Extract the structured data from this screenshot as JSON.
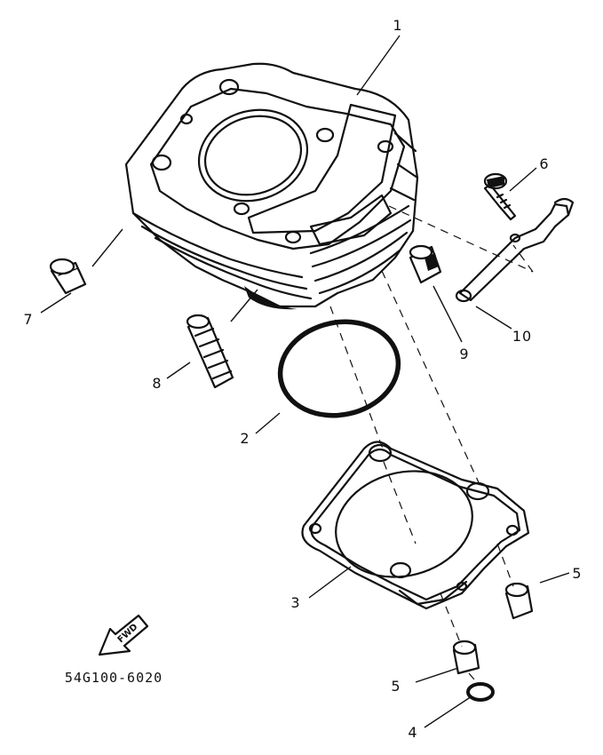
{
  "diagram": {
    "part_code": "54G100-6020",
    "fwd_label": "FWD",
    "callouts": [
      "1",
      "2",
      "3",
      "4",
      "5",
      "5",
      "6",
      "7",
      "8",
      "9",
      "10"
    ]
  }
}
